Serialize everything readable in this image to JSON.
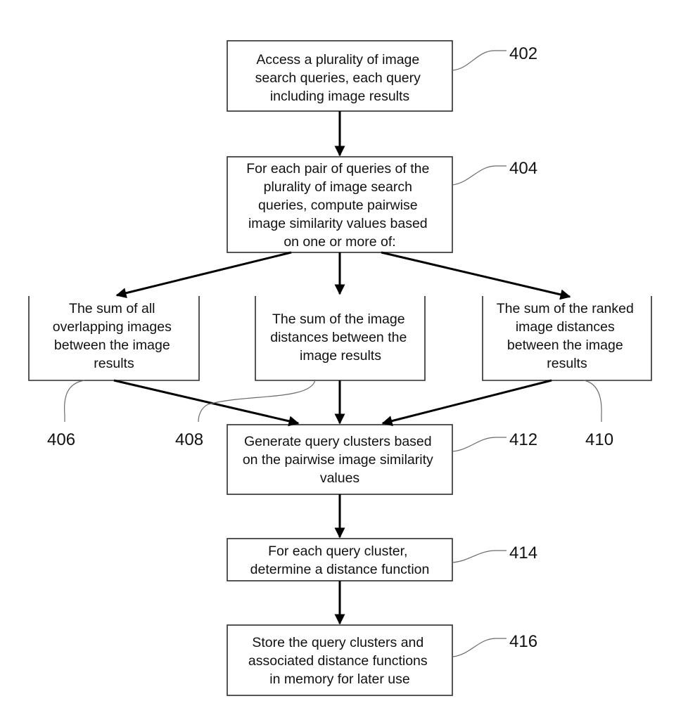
{
  "boxes": {
    "b402": {
      "lines": [
        "Access a plurality of image",
        "search queries, each query",
        "including image results"
      ]
    },
    "b404": {
      "lines": [
        "For each pair of queries of the",
        "plurality of image search",
        "queries, compute pairwise",
        "image similarity values based",
        "on one or more of:"
      ]
    },
    "b406": {
      "lines": [
        "The sum of all",
        "overlapping images",
        "between the image",
        "results"
      ]
    },
    "b408": {
      "lines": [
        "The sum of the image",
        "distances between the",
        "image results"
      ]
    },
    "b410": {
      "lines": [
        "The sum of the ranked",
        "image distances",
        "between the image",
        "results"
      ]
    },
    "b412": {
      "lines": [
        "Generate query clusters based",
        "on the pairwise image similarity",
        "values"
      ]
    },
    "b414": {
      "lines": [
        "For each query cluster,",
        "determine a distance function"
      ]
    },
    "b416": {
      "lines": [
        "Store the query clusters and",
        "associated distance functions",
        "in memory for later use"
      ]
    }
  },
  "refs": {
    "r402": "402",
    "r404": "404",
    "r406": "406",
    "r408": "408",
    "r410": "410",
    "r412": "412",
    "r414": "414",
    "r416": "416"
  }
}
